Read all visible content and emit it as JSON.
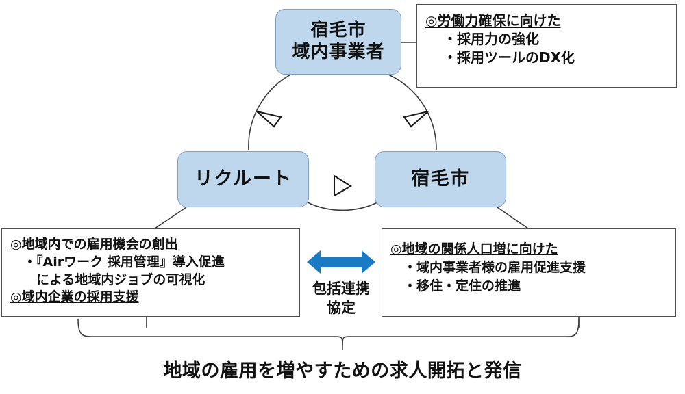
{
  "diagram": {
    "title_caption": "地域の雇用を増やすための求人開拓と発信",
    "nodes": {
      "top": {
        "name": "宿毛市域内事業者",
        "line1": "宿毛市",
        "line2": "域内事業者",
        "fill": "#bfd7ec",
        "stroke": "#7f9ec4"
      },
      "left": {
        "name": "リクルート",
        "line1": "リクルート",
        "fill": "#bfd7ec",
        "stroke": "#7f9ec4"
      },
      "right": {
        "name": "宿毛市",
        "line1": "宿毛市",
        "fill": "#bfd7ec",
        "stroke": "#7f9ec4"
      }
    },
    "detail_top_right": {
      "heading": "◎労働力確保に向けた",
      "items": [
        "・採用力の強化",
        "・採用ツールのDX化"
      ]
    },
    "detail_bottom_left": {
      "heading": "◎地域内での雇用機会の創出",
      "items": [
        "　・『Airワーク 採用管理』導入促進",
        "　　による地域内ジョブの可視化"
      ],
      "heading2": "◎域内企業の採用支援"
    },
    "detail_bottom_right": {
      "heading": "◎地域の関係人口増に向けた",
      "items": [
        "　・域内事業者様の雇用促進支援",
        "　・移住・定住の推進"
      ]
    },
    "agreement": {
      "line1": "包括連携",
      "line2": "協定",
      "arrow_color": "#1b7ac4",
      "arrow_name": "double-headed-arrow"
    },
    "cycle": {
      "arrowheads": [
        "cycle-arrowhead-left",
        "cycle-arrowhead-right",
        "cycle-arrowhead-bottom"
      ],
      "stroke": "#3a3a3a"
    },
    "brace": {
      "name": "bottom-curly-brace",
      "stroke": "#3a3a3a"
    }
  }
}
